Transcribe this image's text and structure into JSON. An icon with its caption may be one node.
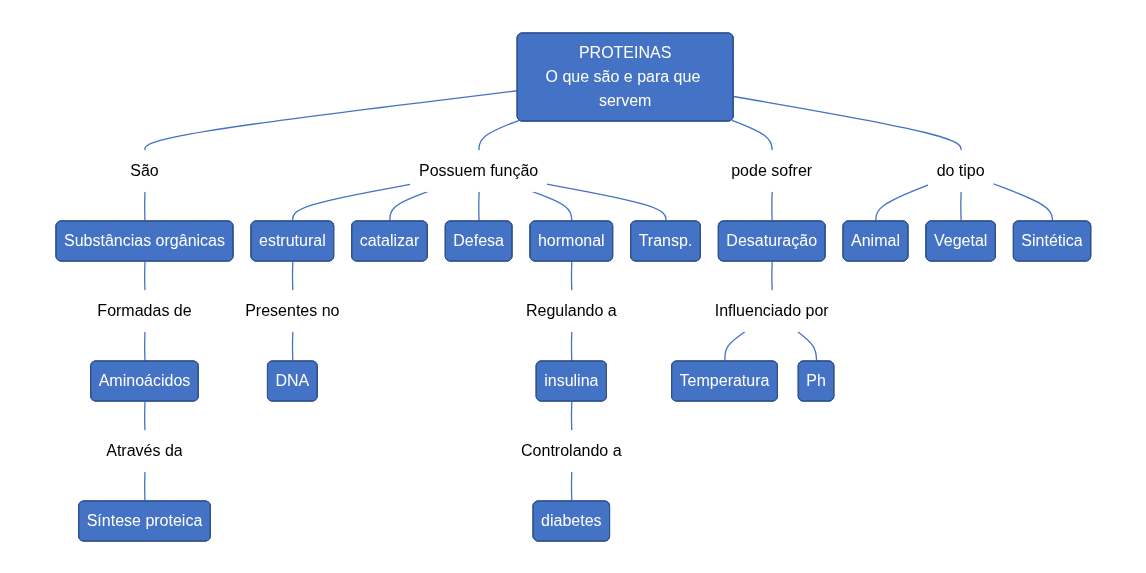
{
  "diagram": {
    "nodes": [
      {
        "text": [
          "PROTEINAS",
          "O que são e para que servem"
        ]
      },
      {
        "text": [
          "São"
        ]
      },
      {
        "text": [
          "Possuem função"
        ]
      },
      {
        "text": [
          "Substâncias orgânicas"
        ]
      },
      {
        "text": [
          "pode sofrer"
        ]
      },
      {
        "text": [
          "do tipo"
        ]
      },
      {
        "text": [
          "estrutural"
        ]
      },
      {
        "text": [
          "Defesa"
        ]
      },
      {
        "text": [
          "Transp."
        ]
      },
      {
        "text": [
          "Desaturação"
        ]
      },
      {
        "text": [
          "Animal"
        ]
      },
      {
        "text": [
          "Vegetal"
        ]
      },
      {
        "text": [
          "Sintética"
        ]
      },
      {
        "text": [
          "catalizar"
        ]
      },
      {
        "text": [
          "hormonal"
        ]
      },
      {
        "text": [
          "Formadas de"
        ]
      },
      {
        "text": [
          "Aminoácidos"
        ]
      },
      {
        "text": [
          "Influenciado por"
        ]
      },
      {
        "text": [
          "Presentes no"
        ]
      },
      {
        "text": [
          "Regulando a"
        ]
      },
      {
        "text": [
          "Através da"
        ]
      },
      {
        "text": [
          "Temperatura"
        ]
      },
      {
        "text": [
          "Ph"
        ]
      },
      {
        "text": [
          "DNA"
        ]
      },
      {
        "text": [
          "insulina"
        ]
      },
      {
        "text": [
          "Controlando a"
        ]
      },
      {
        "text": [
          "Síntese proteica"
        ]
      },
      {
        "text": [
          "diabetes"
        ]
      }
    ],
    "edges": [
      {
        "from": 0,
        "to": 1,
        "arrow": "none"
      },
      {
        "from": 0,
        "to": 2,
        "arrow": "none"
      },
      {
        "from": 0,
        "to": 4,
        "arrow": "none"
      },
      {
        "from": 0,
        "to": 5,
        "arrow": "none"
      },
      {
        "from": 1,
        "to": 3,
        "arrow": "none"
      },
      {
        "from": 3,
        "to": 15,
        "arrow": "none"
      },
      {
        "from": 15,
        "to": 16,
        "arrow": "none"
      },
      {
        "from": 16,
        "to": 20,
        "arrow": "none"
      },
      {
        "from": 20,
        "to": 26,
        "arrow": "none"
      },
      {
        "from": 4,
        "to": 9,
        "arrow": "none"
      },
      {
        "from": 9,
        "to": 17,
        "arrow": "none"
      },
      {
        "from": 17,
        "to": 21,
        "arrow": "none"
      },
      {
        "from": 17,
        "to": 22,
        "arrow": "none"
      },
      {
        "from": 5,
        "to": 10,
        "arrow": "none"
      },
      {
        "from": 5,
        "to": 11,
        "arrow": "none"
      },
      {
        "from": 5,
        "to": 12,
        "arrow": "none"
      },
      {
        "from": 2,
        "to": 6,
        "arrow": "none"
      },
      {
        "from": 2,
        "to": 13,
        "arrow": "none"
      },
      {
        "from": 2,
        "to": 7,
        "arrow": "none"
      },
      {
        "from": 2,
        "to": 14,
        "arrow": "none"
      },
      {
        "from": 2,
        "to": 8,
        "arrow": "none"
      },
      {
        "from": 6,
        "to": 18,
        "arrow": "none"
      },
      {
        "from": 18,
        "to": 23,
        "arrow": "none"
      },
      {
        "from": 14,
        "to": 19,
        "arrow": "none"
      },
      {
        "from": 19,
        "to": 24,
        "arrow": "none"
      },
      {
        "from": 24,
        "to": 25,
        "arrow": "none"
      },
      {
        "from": 25,
        "to": 27,
        "arrow": "none"
      }
    ]
  }
}
